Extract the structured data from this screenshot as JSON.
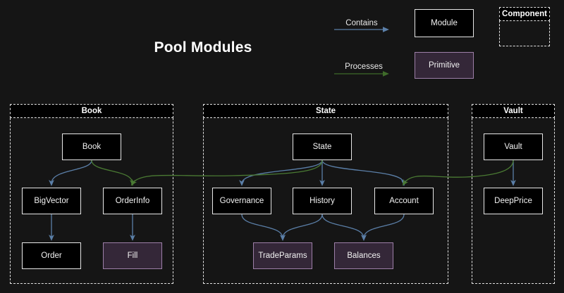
{
  "page": {
    "title": "Pool Modules",
    "background_color": "#151515"
  },
  "legend": {
    "contains": {
      "label": "Contains",
      "color": "#5b7fa8",
      "icon": "arrow-right-icon"
    },
    "processes": {
      "label": "Processes",
      "color": "#3f6b2a",
      "icon": "arrow-right-icon"
    },
    "module_sample": {
      "label": "Module",
      "fill": "#000000",
      "border": "#e8e8e8"
    },
    "primitive_sample": {
      "label": "Primitive",
      "fill": "#342738",
      "border": "#9d7fa8"
    },
    "component_sample": {
      "label": "Component",
      "border": "#e2e2e2"
    }
  },
  "groups": [
    {
      "id": "book",
      "label": "Book"
    },
    {
      "id": "state",
      "label": "State"
    },
    {
      "id": "vault",
      "label": "Vault"
    }
  ],
  "nodes": {
    "book": {
      "label": "Book",
      "kind": "module"
    },
    "bigvector": {
      "label": "BigVector",
      "kind": "module"
    },
    "orderinfo": {
      "label": "OrderInfo",
      "kind": "module"
    },
    "order": {
      "label": "Order",
      "kind": "module"
    },
    "fill": {
      "label": "Fill",
      "kind": "primitive"
    },
    "state": {
      "label": "State",
      "kind": "module"
    },
    "governance": {
      "label": "Governance",
      "kind": "module"
    },
    "history": {
      "label": "History",
      "kind": "module"
    },
    "account": {
      "label": "Account",
      "kind": "module"
    },
    "tradeparams": {
      "label": "TradeParams",
      "kind": "primitive"
    },
    "balances": {
      "label": "Balances",
      "kind": "primitive"
    },
    "vault": {
      "label": "Vault",
      "kind": "module"
    },
    "deepprice": {
      "label": "DeepPrice",
      "kind": "module"
    }
  },
  "edges": [
    {
      "from": "book",
      "to": "bigvector",
      "type": "contains"
    },
    {
      "from": "bigvector",
      "to": "order",
      "type": "contains"
    },
    {
      "from": "orderinfo",
      "to": "fill",
      "type": "contains"
    },
    {
      "from": "state",
      "to": "governance",
      "type": "contains"
    },
    {
      "from": "state",
      "to": "history",
      "type": "contains"
    },
    {
      "from": "state",
      "to": "account",
      "type": "contains"
    },
    {
      "from": "governance",
      "to": "tradeparams",
      "type": "contains"
    },
    {
      "from": "history",
      "to": "tradeparams",
      "type": "contains"
    },
    {
      "from": "history",
      "to": "balances",
      "type": "contains"
    },
    {
      "from": "account",
      "to": "balances",
      "type": "contains"
    },
    {
      "from": "vault",
      "to": "deepprice",
      "type": "contains"
    },
    {
      "from": "book",
      "to": "orderinfo",
      "type": "processes"
    },
    {
      "from": "state",
      "to": "orderinfo",
      "type": "processes"
    },
    {
      "from": "vault",
      "to": "account",
      "type": "processes"
    }
  ]
}
